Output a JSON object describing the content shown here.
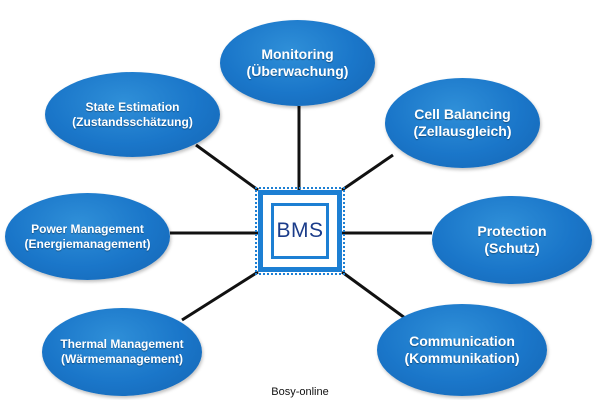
{
  "center": {
    "label": "BMS"
  },
  "nodes": [
    {
      "id": "monitoring",
      "line1": "Monitoring",
      "line2": "(Überwachung)"
    },
    {
      "id": "cell",
      "line1": "Cell Balancing",
      "line2": "(Zellausgleich)"
    },
    {
      "id": "protection",
      "line1": "Protection",
      "line2": "(Schutz)"
    },
    {
      "id": "comm",
      "line1": "Communication",
      "line2": "(Kommunikation)"
    },
    {
      "id": "thermal",
      "line1": "Thermal Management",
      "line2": "(Wärmemanagement)"
    },
    {
      "id": "power",
      "line1": "Power Management",
      "line2": "(Energiemanagement)"
    },
    {
      "id": "state",
      "line1": "State Estimation",
      "line2": "(Zustandsschätzung)"
    }
  ],
  "credit": "Bosy-online",
  "colors": {
    "node_fill": "#1a76c9",
    "chip_border": "#1d7fd3",
    "chip_text": "#1b3c8a",
    "connector": "#111111"
  }
}
